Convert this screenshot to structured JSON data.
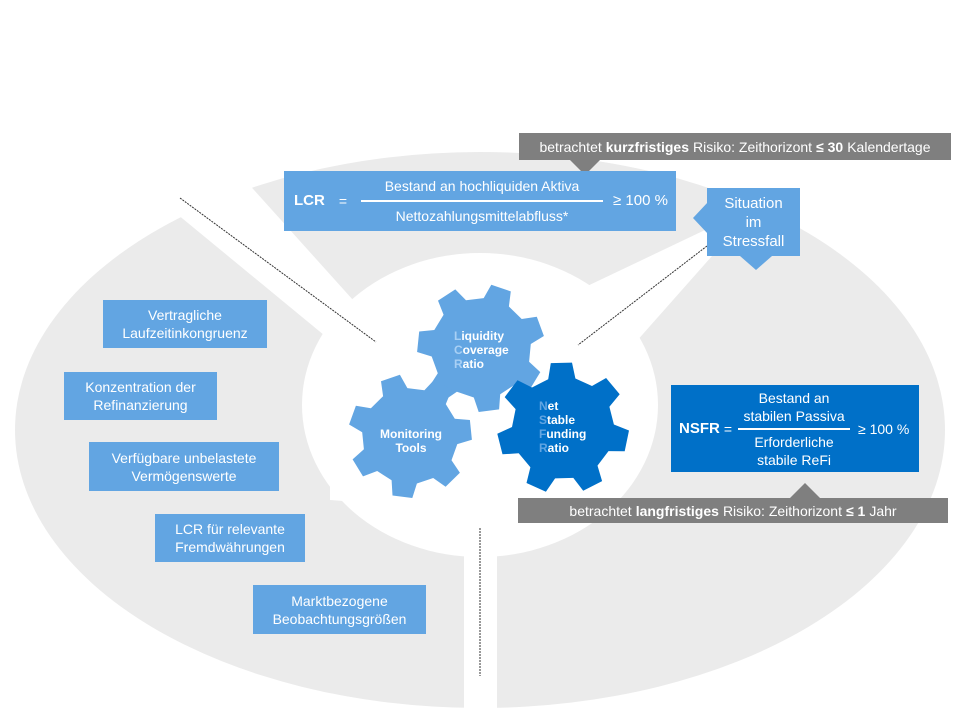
{
  "colors": {
    "ring_gray": "#ebebeb",
    "box_blue": "#62a5e2",
    "dark_blue": "#0070c8",
    "bar_gray": "#7f7f7f",
    "white": "#ffffff"
  },
  "top_bar": {
    "prefix": "betrachtet",
    "bold": "kurzfristiges",
    "middle": "Risiko: Zeithorizont",
    "bold2": "≤ 30",
    "suffix": "Kalendertage"
  },
  "lcr_formula": {
    "label": "LCR",
    "equals": "=",
    "numerator": "Bestand an hochliquiden Aktiva",
    "denominator": "Nettozahlungsmittelabfluss*",
    "threshold": "≥ 100 %"
  },
  "stress_callout": {
    "line1": "Situation",
    "line2": "im",
    "line3": "Stressfall"
  },
  "gears": {
    "lcr": {
      "lines": [
        {
          "initial": "L",
          "rest": "iquidity"
        },
        {
          "initial": "C",
          "rest": "overage"
        },
        {
          "initial": "R",
          "rest": "atio"
        }
      ]
    },
    "monitoring": {
      "line1": "Monitoring",
      "line2": "Tools"
    },
    "nsfr": {
      "lines": [
        {
          "initial": "N",
          "rest": "et"
        },
        {
          "initial": "S",
          "rest": "table"
        },
        {
          "initial": "F",
          "rest": "unding"
        },
        {
          "initial": "R",
          "rest": "atio"
        }
      ]
    }
  },
  "nsfr_formula": {
    "label": "NSFR",
    "equals": "=",
    "numerator_line1": "Bestand an",
    "numerator_line2": "stabilen Passiva",
    "denominator_line1": "Erforderliche",
    "denominator_line2": "stabile ReFi",
    "threshold": "≥ 100 %"
  },
  "bottom_bar": {
    "prefix": "betrachtet",
    "bold": "langfristiges",
    "middle": "Risiko: Zeithorizont",
    "bold2": "≤ 1",
    "suffix": "Jahr"
  },
  "monitoring_tools": [
    {
      "line1": "Vertragliche",
      "line2": "Laufzeitinkongruenz"
    },
    {
      "line1": "Konzentration der",
      "line2": "Refinanzierung"
    },
    {
      "line1": "Verfügbare unbelastete",
      "line2": "Vermögenswerte"
    },
    {
      "line1": "LCR für relevante",
      "line2": "Fremdwährungen"
    },
    {
      "line1": "Marktbezogene",
      "line2": "Beobachtungsgrößen"
    }
  ]
}
